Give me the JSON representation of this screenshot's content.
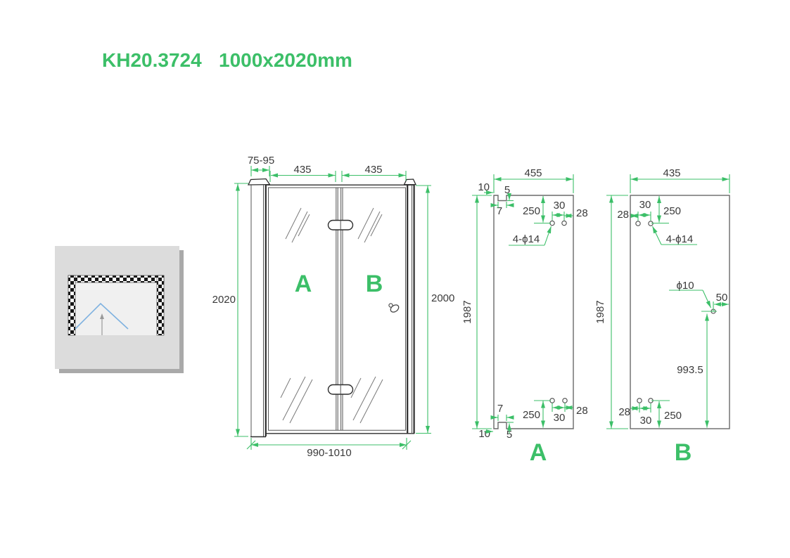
{
  "title": {
    "model": "KH20.3724",
    "size": "1000x2020mm"
  },
  "main_view": {
    "panel_a_label": "A",
    "panel_b_label": "B",
    "profile_depth": "75-95",
    "panel_a_width": "435",
    "panel_b_width": "435",
    "height_total": "2020",
    "height_glass": "2000",
    "width_range": "990-1010"
  },
  "detail_a": {
    "label": "A",
    "width": "455",
    "height": "1987",
    "holes_spec": "4-ϕ14",
    "top": {
      "notch_offset": "10",
      "notch_depth": "5",
      "notch_width": "7",
      "hole_offset_v": "250",
      "hole_spacing": "30",
      "hole_edge_offset": "28"
    },
    "bottom": {
      "notch_offset": "10",
      "notch_depth": "5",
      "notch_width": "7",
      "hole_offset_v": "250",
      "hole_spacing": "30",
      "hole_edge_offset": "28"
    }
  },
  "detail_b": {
    "label": "B",
    "width": "435",
    "height": "1987",
    "holes_spec": "4-ϕ14",
    "top": {
      "hole_edge_offset": "28",
      "hole_spacing": "30",
      "hole_offset_v": "250"
    },
    "handle_hole": {
      "diameter": "ϕ10",
      "edge_offset": "50",
      "height_from_bottom": "993.5"
    },
    "bottom": {
      "hole_edge_offset": "28",
      "hole_spacing": "30",
      "hole_offset_v": "250"
    }
  },
  "colors": {
    "accent_green": "#3cbf68",
    "dimension_text": "#3a3a3a",
    "drawing_dark": "#2d2d2d",
    "drawing_gray": "#6a6a6a",
    "plan_bg": "#dcdcdc",
    "door_path_blue": "#7fb2e0"
  }
}
